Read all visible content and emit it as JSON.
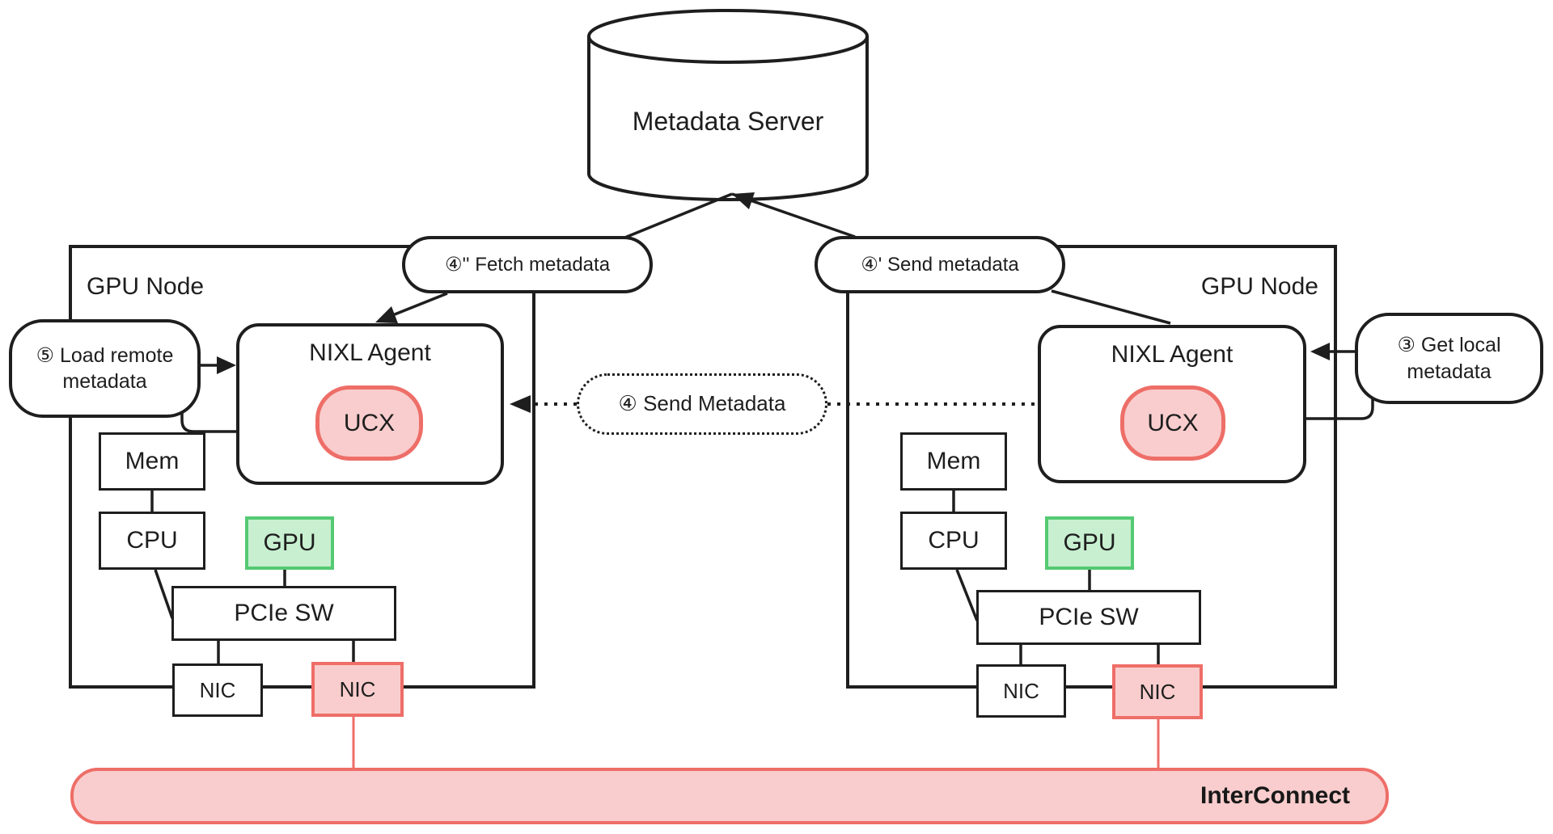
{
  "colors": {
    "ink": "#1e1e1e",
    "pink": "#f9cdcd",
    "salmon": "#ee6e68",
    "green": "#c7efd0",
    "green_b": "#55ca72"
  },
  "metadata_server": {
    "label": "Metadata Server"
  },
  "callouts": {
    "fetch_metadata": "④'' Fetch metadata",
    "send_metadata": "④' Send metadata",
    "send_metadata_agent": "④ Send Metadata",
    "load_remote_metadata": "⑤ Load remote metadata",
    "get_local_metadata": "③ Get local metadata"
  },
  "nodes": [
    {
      "label": "GPU Node",
      "agent": "NIXL Agent",
      "ucx": "UCX",
      "mem": "Mem",
      "cpu": "CPU",
      "gpu": "GPU",
      "pcie": "PCIe SW",
      "nic_a": "NIC",
      "nic_b": "NIC"
    },
    {
      "label": "GPU Node",
      "agent": "NIXL Agent",
      "ucx": "UCX",
      "mem": "Mem",
      "cpu": "CPU",
      "gpu": "GPU",
      "pcie": "PCIe SW",
      "nic_a": "NIC",
      "nic_b": "NIC"
    }
  ],
  "interconnect": {
    "label": "InterConnect"
  }
}
